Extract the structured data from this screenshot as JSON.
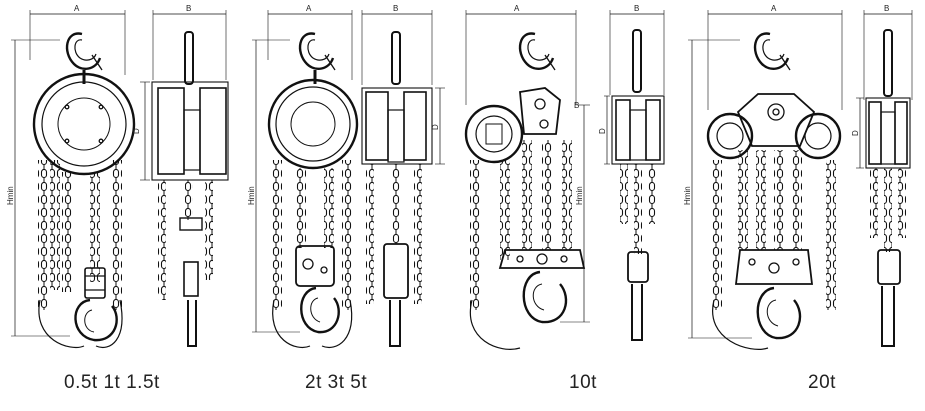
{
  "captions": {
    "group1": "0.5t  1t  1.5t",
    "group2": "2t  3t  5t",
    "group3": "10t",
    "group4": "20t"
  },
  "dimension_labels": {
    "a": "A",
    "b": "B",
    "d": "D",
    "hmin": "Hmin"
  }
}
